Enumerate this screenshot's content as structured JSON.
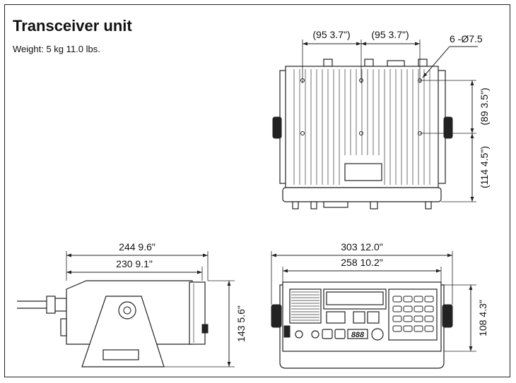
{
  "heading": {
    "title": "Transceiver unit",
    "weight": "Weight: 5 kg  11.0 lbs."
  },
  "top_view": {
    "width_left": "(95  3.7\")",
    "width_right": "(95  3.7\")",
    "holes": "6 -Ø7.5",
    "depth_upper": "(89  3.5\")",
    "depth_lower": "(114  4.5\")"
  },
  "side_view": {
    "overall_depth": "244  9.6\"",
    "body_depth": "230  9.1\"",
    "height": "143  5.6\""
  },
  "front_view": {
    "overall_width": "303  12.0\"",
    "body_width": "258  10.2\"",
    "height": "108  4.3\"",
    "display_digits": "888"
  }
}
